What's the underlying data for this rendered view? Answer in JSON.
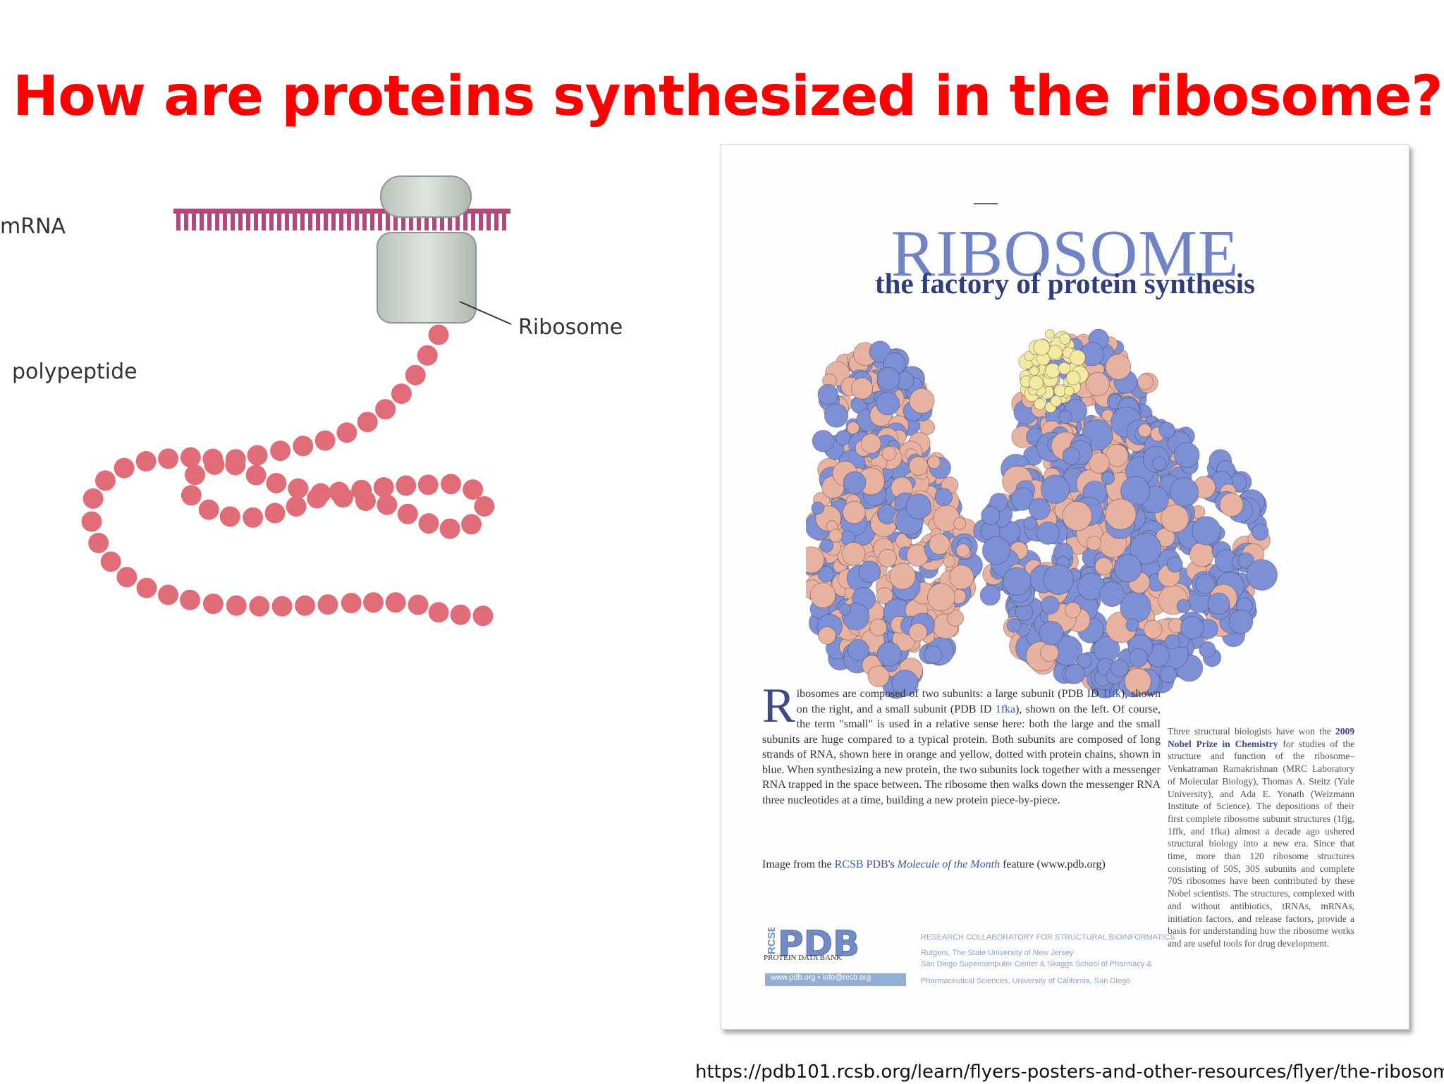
{
  "slide": {
    "title": "How are proteins synthesized in the ribosome?",
    "source_url": "https://pdb101.rcsb.org/learn/flyers-posters-and-other-resources/flyer/the-ribosome"
  },
  "diagram": {
    "label_mrna": "mRNA",
    "label_ribosome": "Ribosome",
    "label_polypeptide": "polypeptide"
  },
  "flyer": {
    "title": "RIBOSOME",
    "subtitle": "the factory of protein synthesis",
    "dropcap": "R",
    "p1_a": "ibosomes are composed of two subunits: a large subunit (PDB ID ",
    "p1_id1": "1ffk",
    "p1_b": "), shown on the right, and a small subunit (PDB ID ",
    "p1_id2": "1fka",
    "p1_c": "), shown on the left. Of course, the term \"small\" is used in a relative sense here: both the large and the small subunits are huge compared to a typical protein. Both subunits are composed of long strands of RNA, shown here in orange and yellow, dotted with protein chains, shown in blue. When synthesizing a new protein, the two subunits lock together with a messenger RNA trapped in the space between. The ribosome then walks down the messenger RNA three nucleotides at a time, building a new protein piece-by-piece.",
    "credit_a": "Image from the ",
    "credit_b": "RCSB PDB",
    "credit_c": "'s ",
    "credit_d": "Molecule of the Month",
    "credit_e": " feature (www.pdb.org)",
    "side_a": "Three structural biologists have won the ",
    "side_b": "2009 Nobel Prize in Chemistry",
    "side_c": " for studies of the structure and function of the ribosome–Venkatraman Ramakrishnan (MRC Laboratory of Molecular Biology), Thomas A. Steitz (Yale University), and Ada E. Yonath (Weizmann Institute of Science). The depositions of their first complete ribosome subunit structures (1fjg, 1ffk, and 1fka) almost a decade ago ushered structural biology into a new era. Since that time, more than 120 ribosome structures consisting of 50S, 30S subunits and complete 70S ribosomes have been contributed by these Nobel scientists. The structures, complexed with and without antibiotics, tRNAs, mRNAs, initiation factors, and release factors, provide a basis for understanding how the ribosome works and are useful tools for drug development.",
    "logo_rcsb": "RCSB",
    "logo_pdb": "PDB",
    "logo_protein_data_bank": "PROTEIN DATA BANK",
    "logo_links": "www.pdb.org • info@rcsb.org",
    "rcsb_heading": "RESEARCH COLLABORATORY FOR STRUCTURAL BIOINFORMATICS",
    "rcsb_line1": "Rutgers, The State University of New Jersey",
    "rcsb_line2": "San Diego Supercomputer Center & Skaggs School of Pharmacy &",
    "rcsb_line3": "Pharmaceutical Sciences, University of California, San Diego"
  },
  "colors": {
    "title_red": "#ff0000",
    "mrna_pink": "#b5487a",
    "bead_pink": "#e06c78",
    "rna_salmon": "#e8b2a0",
    "protein_blue": "#7d90d6",
    "rna_yellow": "#f2eaa0",
    "flyer_title_blue": "#7083c4",
    "flyer_sub_navy": "#2e3e7a"
  }
}
